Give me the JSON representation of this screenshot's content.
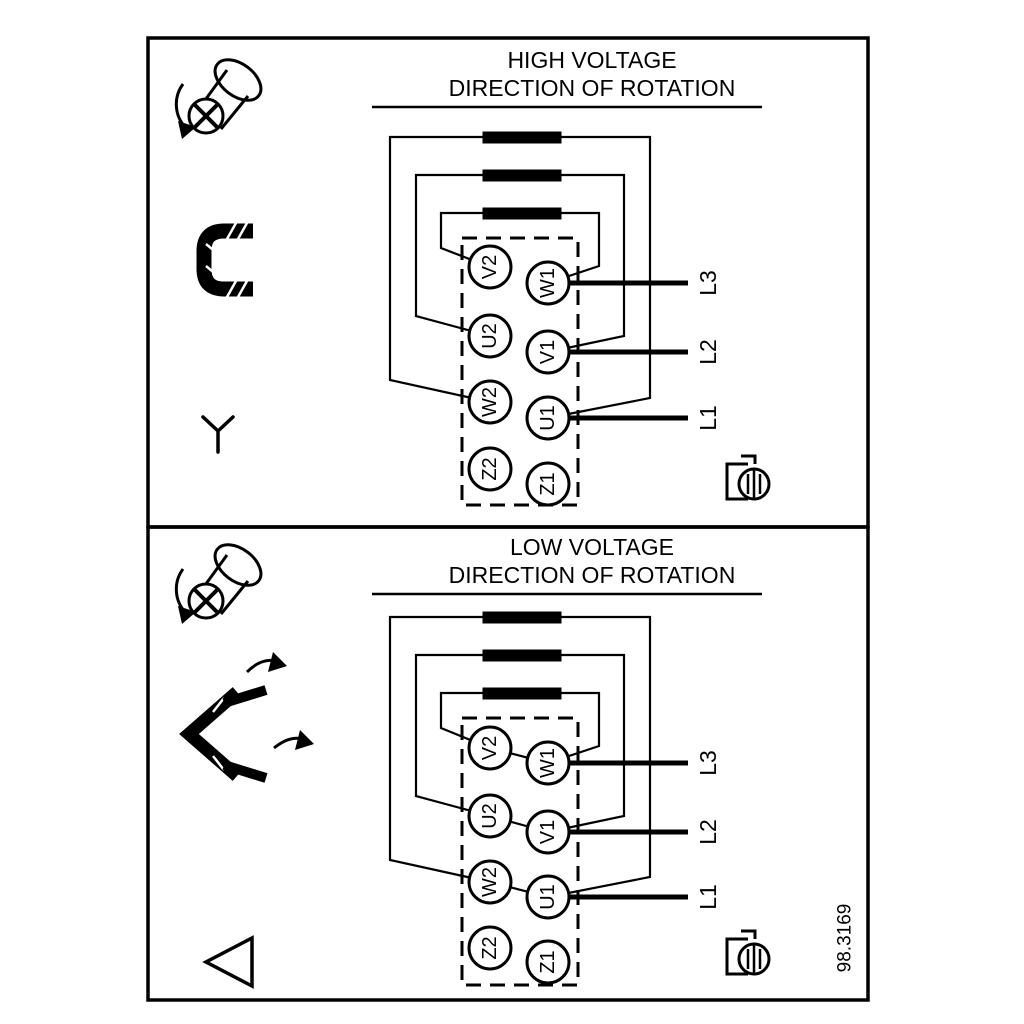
{
  "figure_number": "98.3169",
  "colors": {
    "ink": "#000000",
    "background": "#ffffff"
  },
  "panels": [
    {
      "title_line1": "HIGH VOLTAGE",
      "title_line2": "DIRECTION OF ROTATION",
      "connection_symbol": "star-icon",
      "icons": [
        "screw-rotation-icon",
        "bridge-clip-icon",
        "star-icon",
        "earth-terminal-icon"
      ],
      "terminals_left": [
        "V2",
        "U2",
        "W2",
        "Z2"
      ],
      "terminals_right": [
        "W1",
        "V1",
        "U1",
        "Z1"
      ],
      "supply_lines": [
        "L3",
        "L2",
        "L1"
      ]
    },
    {
      "title_line1": "LOW VOLTAGE",
      "title_line2": "DIRECTION OF ROTATION",
      "connection_symbol": "delta-icon",
      "icons": [
        "screw-rotation-icon",
        "bent-bridges-icon",
        "delta-icon",
        "earth-terminal-icon"
      ],
      "terminals_left": [
        "V2",
        "U2",
        "W2",
        "Z2"
      ],
      "terminals_right": [
        "W1",
        "V1",
        "U1",
        "Z1"
      ],
      "supply_lines": [
        "L3",
        "L2",
        "L1"
      ]
    }
  ]
}
